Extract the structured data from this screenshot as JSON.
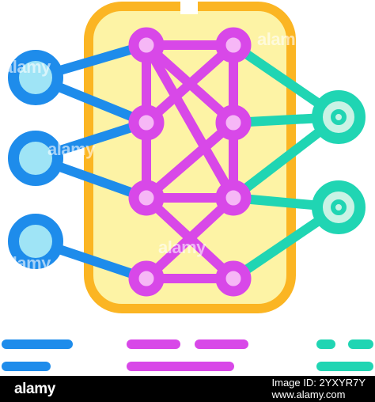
{
  "colors": {
    "phone_outline": "#FBB523",
    "phone_fill": "#FDF3A5",
    "inner_nodes": "#D848E8",
    "input_nodes": "#1E8CEB",
    "input_node_fill": "#9FE4F6",
    "output_nodes": "#20D5B3",
    "output_node_fill": "#C9F3E5"
  },
  "icons": {
    "main": "neural-network-phone-icon"
  },
  "watermark": {
    "text": "alamy"
  },
  "footer": {
    "logo": "alamy",
    "image_id": "Image ID: 2YXYR7Y",
    "site": "www.alamy.com"
  }
}
